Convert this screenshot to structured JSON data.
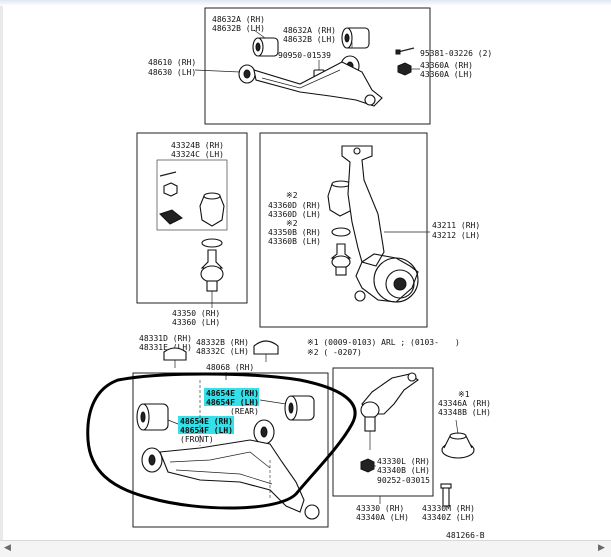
{
  "diagram": {
    "upper_arm": {
      "bushing_a": [
        "48632A (RH)",
        "48632B (LH)"
      ],
      "bushing_b": [
        "48632A (RH)",
        "48632B (LH)"
      ],
      "arm": [
        "48610 (RH)",
        "48630 (LH)"
      ],
      "grease_fitting": "90950-01539",
      "bolt": "95381-03226 (2)",
      "nut": [
        "43360A (RH)",
        "43360A (LH)"
      ]
    },
    "ball_joint_box": {
      "kit": [
        "43324B (RH)",
        "43324C (LH)"
      ],
      "assy": [
        "43350 (RH)",
        "43360 (LH)"
      ]
    },
    "knuckle_box": {
      "boot": [
        "※2",
        "43360D (RH)",
        "43360D (LH)"
      ],
      "ring": [
        "※2",
        "43350B (RH)",
        "43360B (LH)"
      ],
      "knuckle": [
        "43211 (RH)",
        "43212 (LH)"
      ]
    },
    "bumper_a": [
      "48331D (RH)",
      "48331E (LH)"
    ],
    "bumper_b": [
      "48332B (RH)",
      "48332C (LH)"
    ],
    "notes": {
      "n1": "※1 (0009-0103) ARL ; (0103-",
      "n1_close": ")",
      "n2": "※2 (      -0207)"
    },
    "lower_arm": {
      "arm": "48068 (RH)",
      "rear_bushing": [
        "48654E (RH)",
        "48654F (LH)"
      ],
      "rear_tag": "(REAR)",
      "front_bushing": [
        "48654E (RH)",
        "48654F (LH)"
      ],
      "front_tag": "(FRONT)"
    },
    "lower_ball_joint": {
      "boot": [
        "※1",
        "43346A (RH)",
        "43348B (LH)"
      ],
      "nut": [
        "43330L (RH)",
        "43340B (LH)"
      ],
      "cotter": "90252-03015",
      "assy": [
        "43330 (RH)",
        "43340A (LH)"
      ],
      "bolt": [
        "43330M (RH)",
        "43340Z (LH)"
      ]
    },
    "figure_id": "481266-B"
  },
  "colors": {
    "highlight": "#35e0e8",
    "marker": "#000000",
    "line": "#222222"
  }
}
